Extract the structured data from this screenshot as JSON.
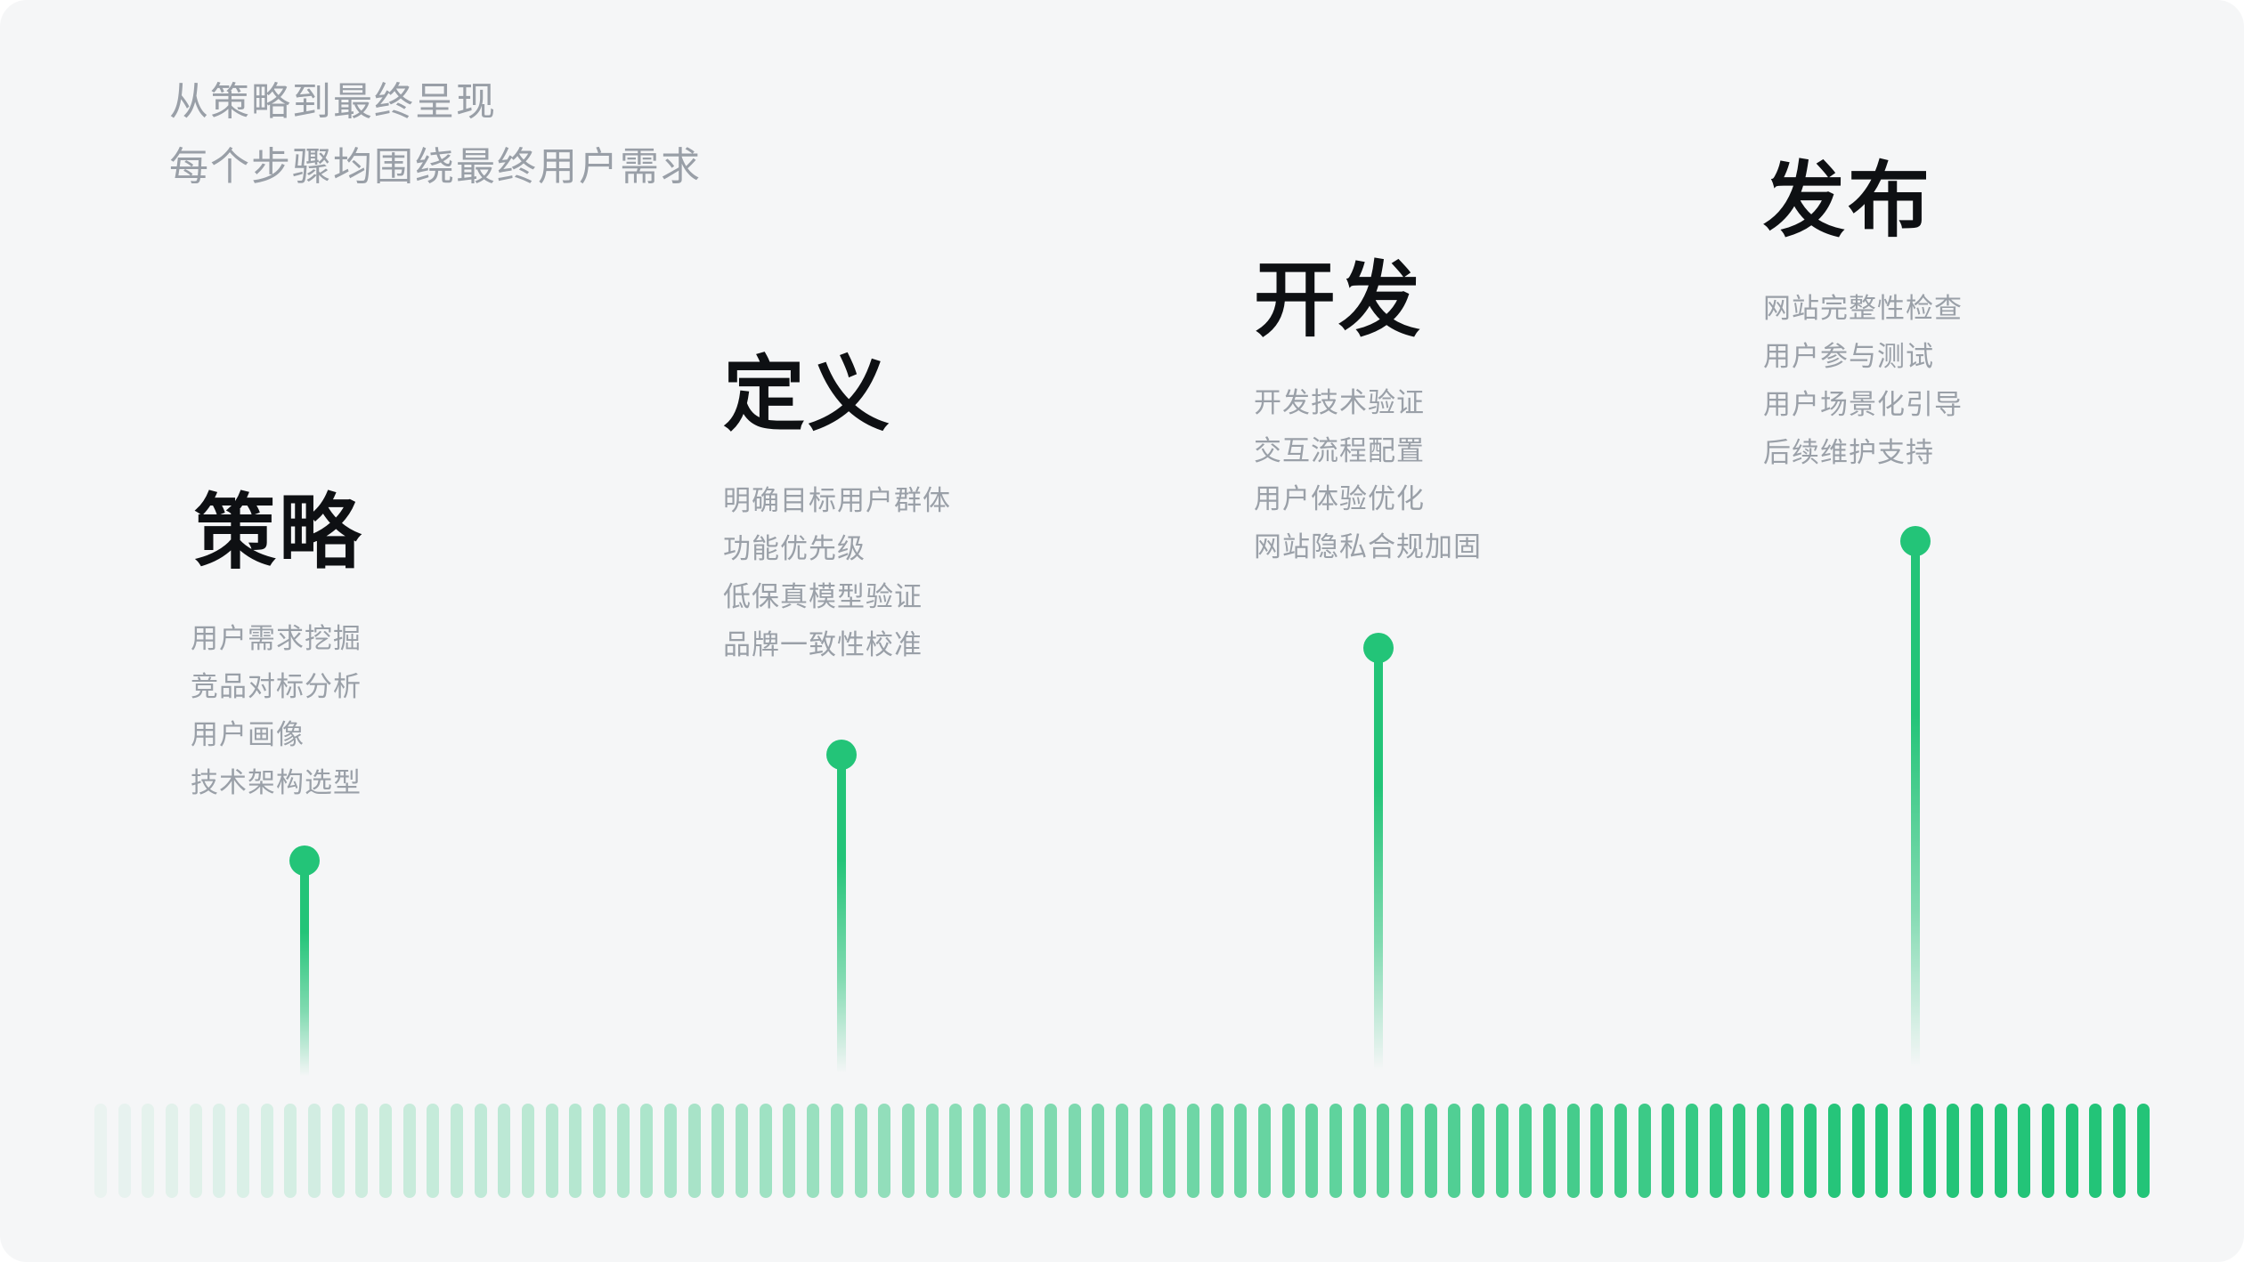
{
  "header": {
    "line1": "从策略到最终呈现",
    "line2": "每个步骤均围绕最终用户需求"
  },
  "stages": [
    {
      "title": "策略",
      "items": [
        "用户需求挖掘",
        "竞品对标分析",
        "用户画像",
        "技术架构选型"
      ]
    },
    {
      "title": "定义",
      "items": [
        "明确目标用户群体",
        "功能优先级",
        "低保真模型验证",
        "品牌一致性校准"
      ]
    },
    {
      "title": "开发",
      "items": [
        "开发技术验证",
        "交互流程配置",
        "用户体验优化",
        "网站隐私合规加固"
      ]
    },
    {
      "title": "发布",
      "items": [
        "网站完整性检查",
        "用户参与测试",
        "用户场景化引导",
        "后续维护支持"
      ]
    }
  ],
  "colors": {
    "background": "#f5f6f7",
    "heading": "#0e1013",
    "muted_text": "#9aa0a8",
    "accent_green": "#23c478"
  },
  "decor": {
    "timeline_bar_count": 87,
    "timeline_bar_min_opacity": 0.05
  }
}
